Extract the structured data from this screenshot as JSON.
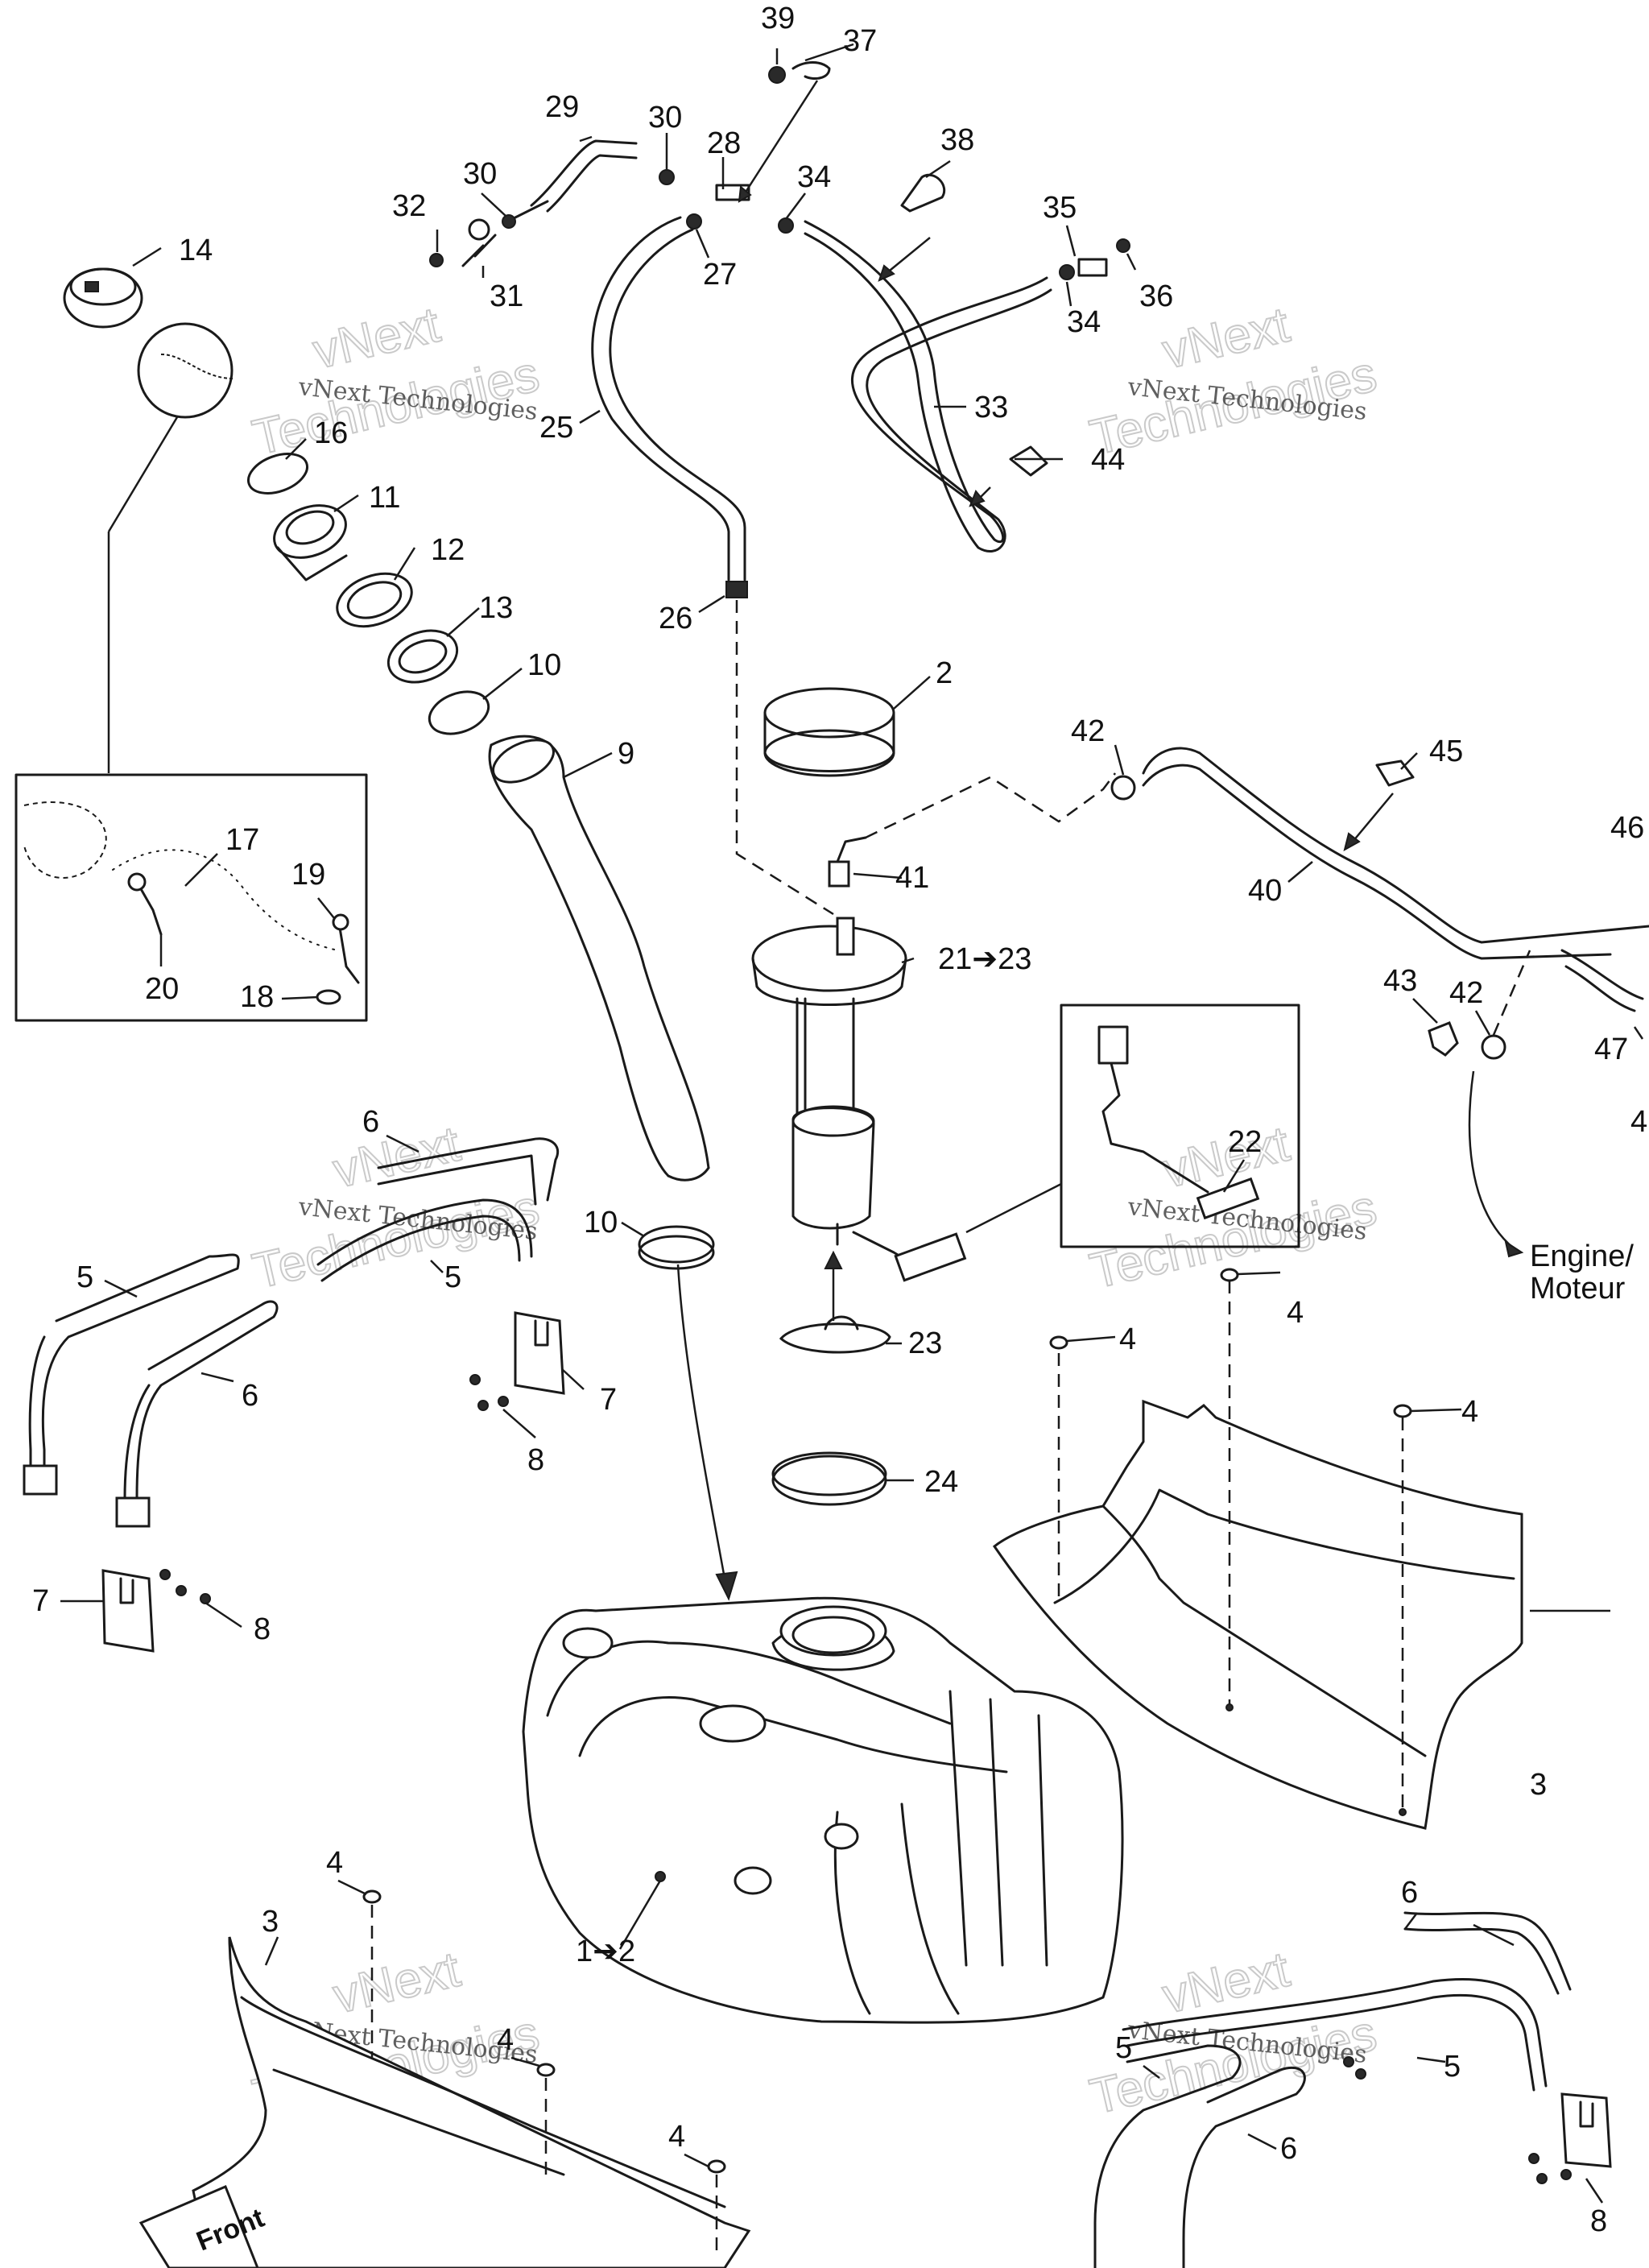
{
  "diagram": {
    "watermark_small": "vNext Technologies",
    "watermark_large_1": "vNext",
    "watermark_large_2": "Technologies",
    "front_label": "Front",
    "engine_label_line1": "Engine/",
    "engine_label_line2": "Moteur",
    "callouts": {
      "c39": "39",
      "c37": "37",
      "c29": "29",
      "c30a": "30",
      "c28": "28",
      "c38": "38",
      "c30b": "30",
      "c32": "32",
      "c34a": "34",
      "c35": "35",
      "c31": "31",
      "c27": "27",
      "c36": "36",
      "c34b": "34",
      "c14": "14",
      "c33": "33",
      "c25": "25",
      "c16": "16",
      "c44": "44",
      "c11": "11",
      "c12": "12",
      "c13": "13",
      "c26": "26",
      "c10a": "10",
      "c2": "2",
      "c9": "9",
      "c42a": "42",
      "c45": "45",
      "c46": "46",
      "c17": "17",
      "c19": "19",
      "c41": "41",
      "c40": "40",
      "c21": "21➔23",
      "c43": "43",
      "c42b": "42",
      "c20": "20",
      "c18": "18",
      "c47": "47",
      "c4edge": "4",
      "c6a": "6",
      "c22": "22",
      "c10b": "10",
      "c5a": "5",
      "c5b": "5",
      "c4a": "4",
      "c4b": "4",
      "c6b": "6",
      "c23": "23",
      "c7a": "7",
      "c4c": "4",
      "c8a": "8",
      "c24": "24",
      "c7b": "7",
      "c8b": "8",
      "c3a": "3",
      "c6c": "6",
      "c1": "1➔2",
      "c3b": "3",
      "c4d": "4",
      "c4e": "4",
      "c5c": "5",
      "c5d": "5",
      "c4f": "4",
      "c6d": "6",
      "c8c": "8"
    }
  }
}
